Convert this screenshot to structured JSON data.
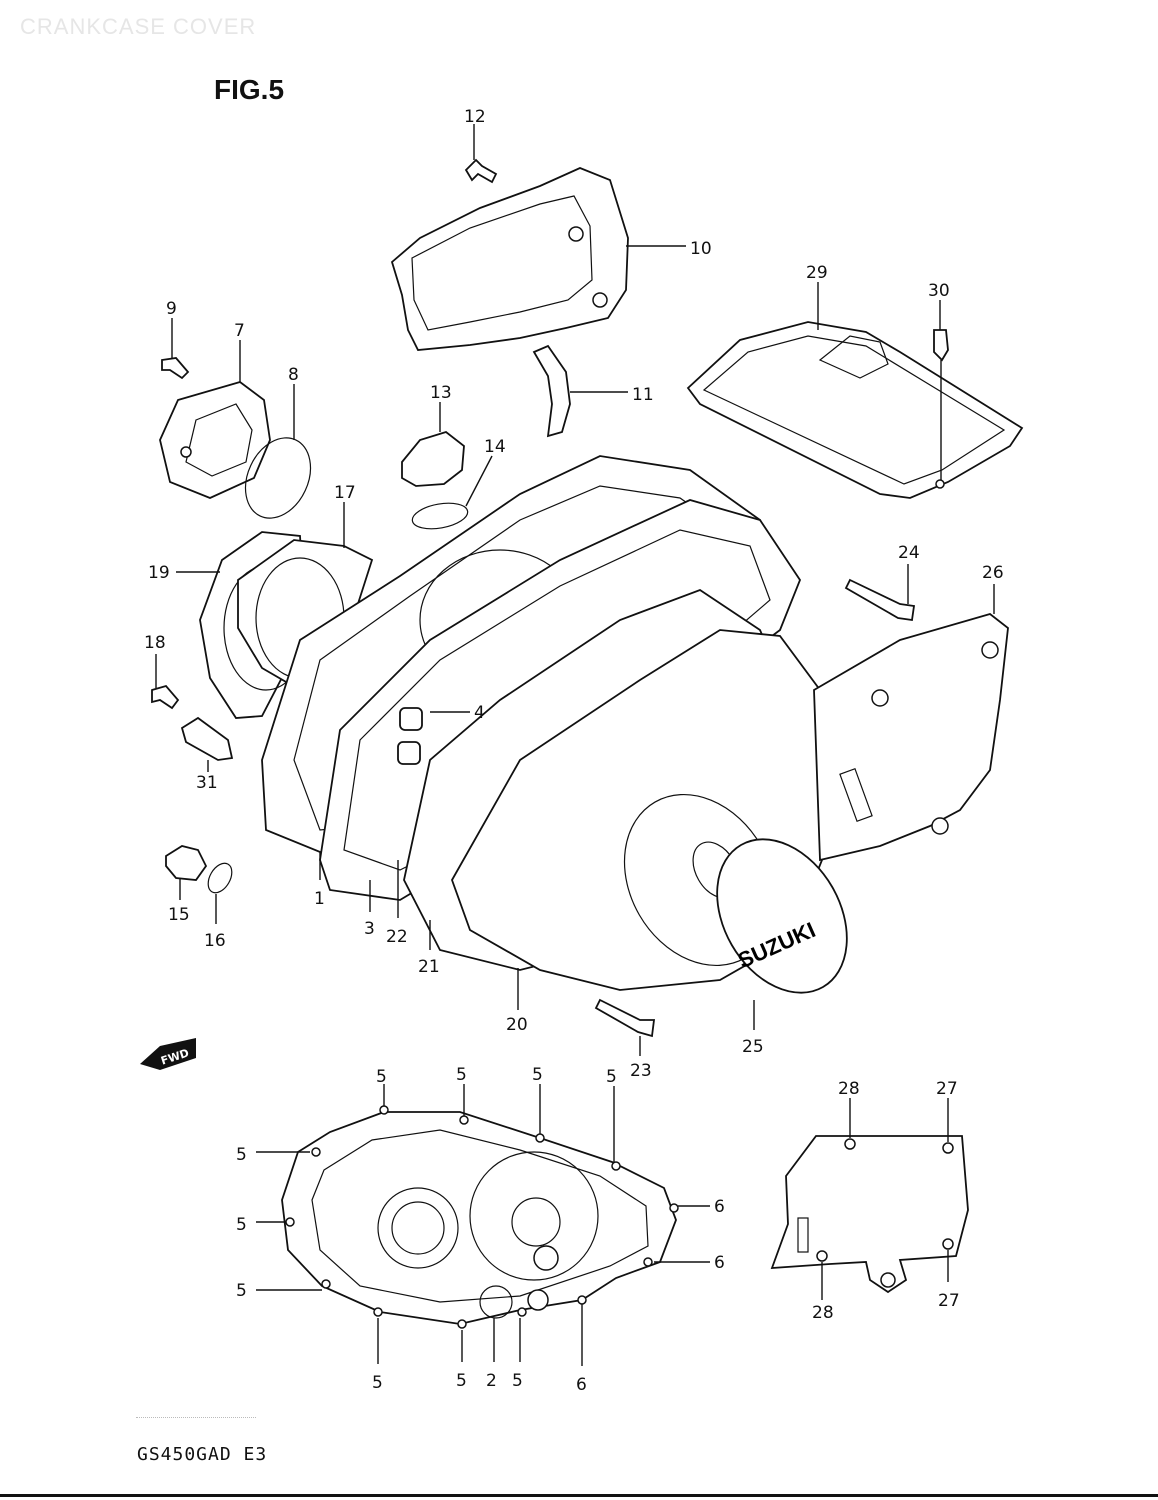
{
  "header": {
    "faded_title": "CRANKCASE COVER",
    "figure_title": "FIG.5"
  },
  "model_code": "GS450GAD E3",
  "fwd_marker": "FWD",
  "emblem_text": "SUZUKI",
  "callouts_upper": [
    "12",
    "10",
    "29",
    "30",
    "9",
    "7",
    "8",
    "13",
    "11",
    "14",
    "17",
    "19",
    "24",
    "26",
    "18",
    "4",
    "31",
    "15",
    "16",
    "1",
    "3",
    "22",
    "21",
    "20",
    "23",
    "25"
  ],
  "callouts_lower": [
    "5",
    "5",
    "5",
    "5",
    "5",
    "6",
    "5",
    "6",
    "5",
    "5",
    "5",
    "2",
    "5",
    "6",
    "28",
    "27",
    "28",
    "27"
  ]
}
